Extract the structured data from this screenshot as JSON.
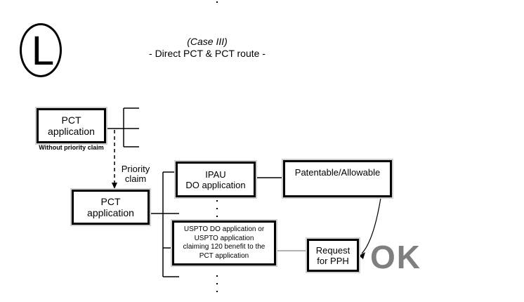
{
  "marker": {
    "letter": "L"
  },
  "title": {
    "case_line": "(Case III)",
    "route_line": "- Direct PCT & PCT route -"
  },
  "diagram": {
    "pct_app_1": {
      "line1": "PCT",
      "line2": "application",
      "note": "Without priority claim"
    },
    "priority_label": {
      "line1": "Priority",
      "line2": "claim"
    },
    "pct_app_2": {
      "line1": "PCT",
      "line2": "application"
    },
    "ipau_box": {
      "line1": "IPAU",
      "line2": "DO application"
    },
    "patentable_box": {
      "label": "Patentable/Allowable"
    },
    "uspto_box": {
      "line1": "USPTO DO application or",
      "line2": "USPTO application",
      "line3": "claiming 120 benefit to the",
      "line4": "PCT application"
    },
    "pph_box": {
      "line1": "Request",
      "line2": "for PPH"
    },
    "result_label": "OK"
  },
  "colors": {
    "ink": "#000000",
    "ok_gray": "#7f7f7f",
    "box_halo_gray": "#d0d0d0",
    "gray_connector": "#999999"
  }
}
